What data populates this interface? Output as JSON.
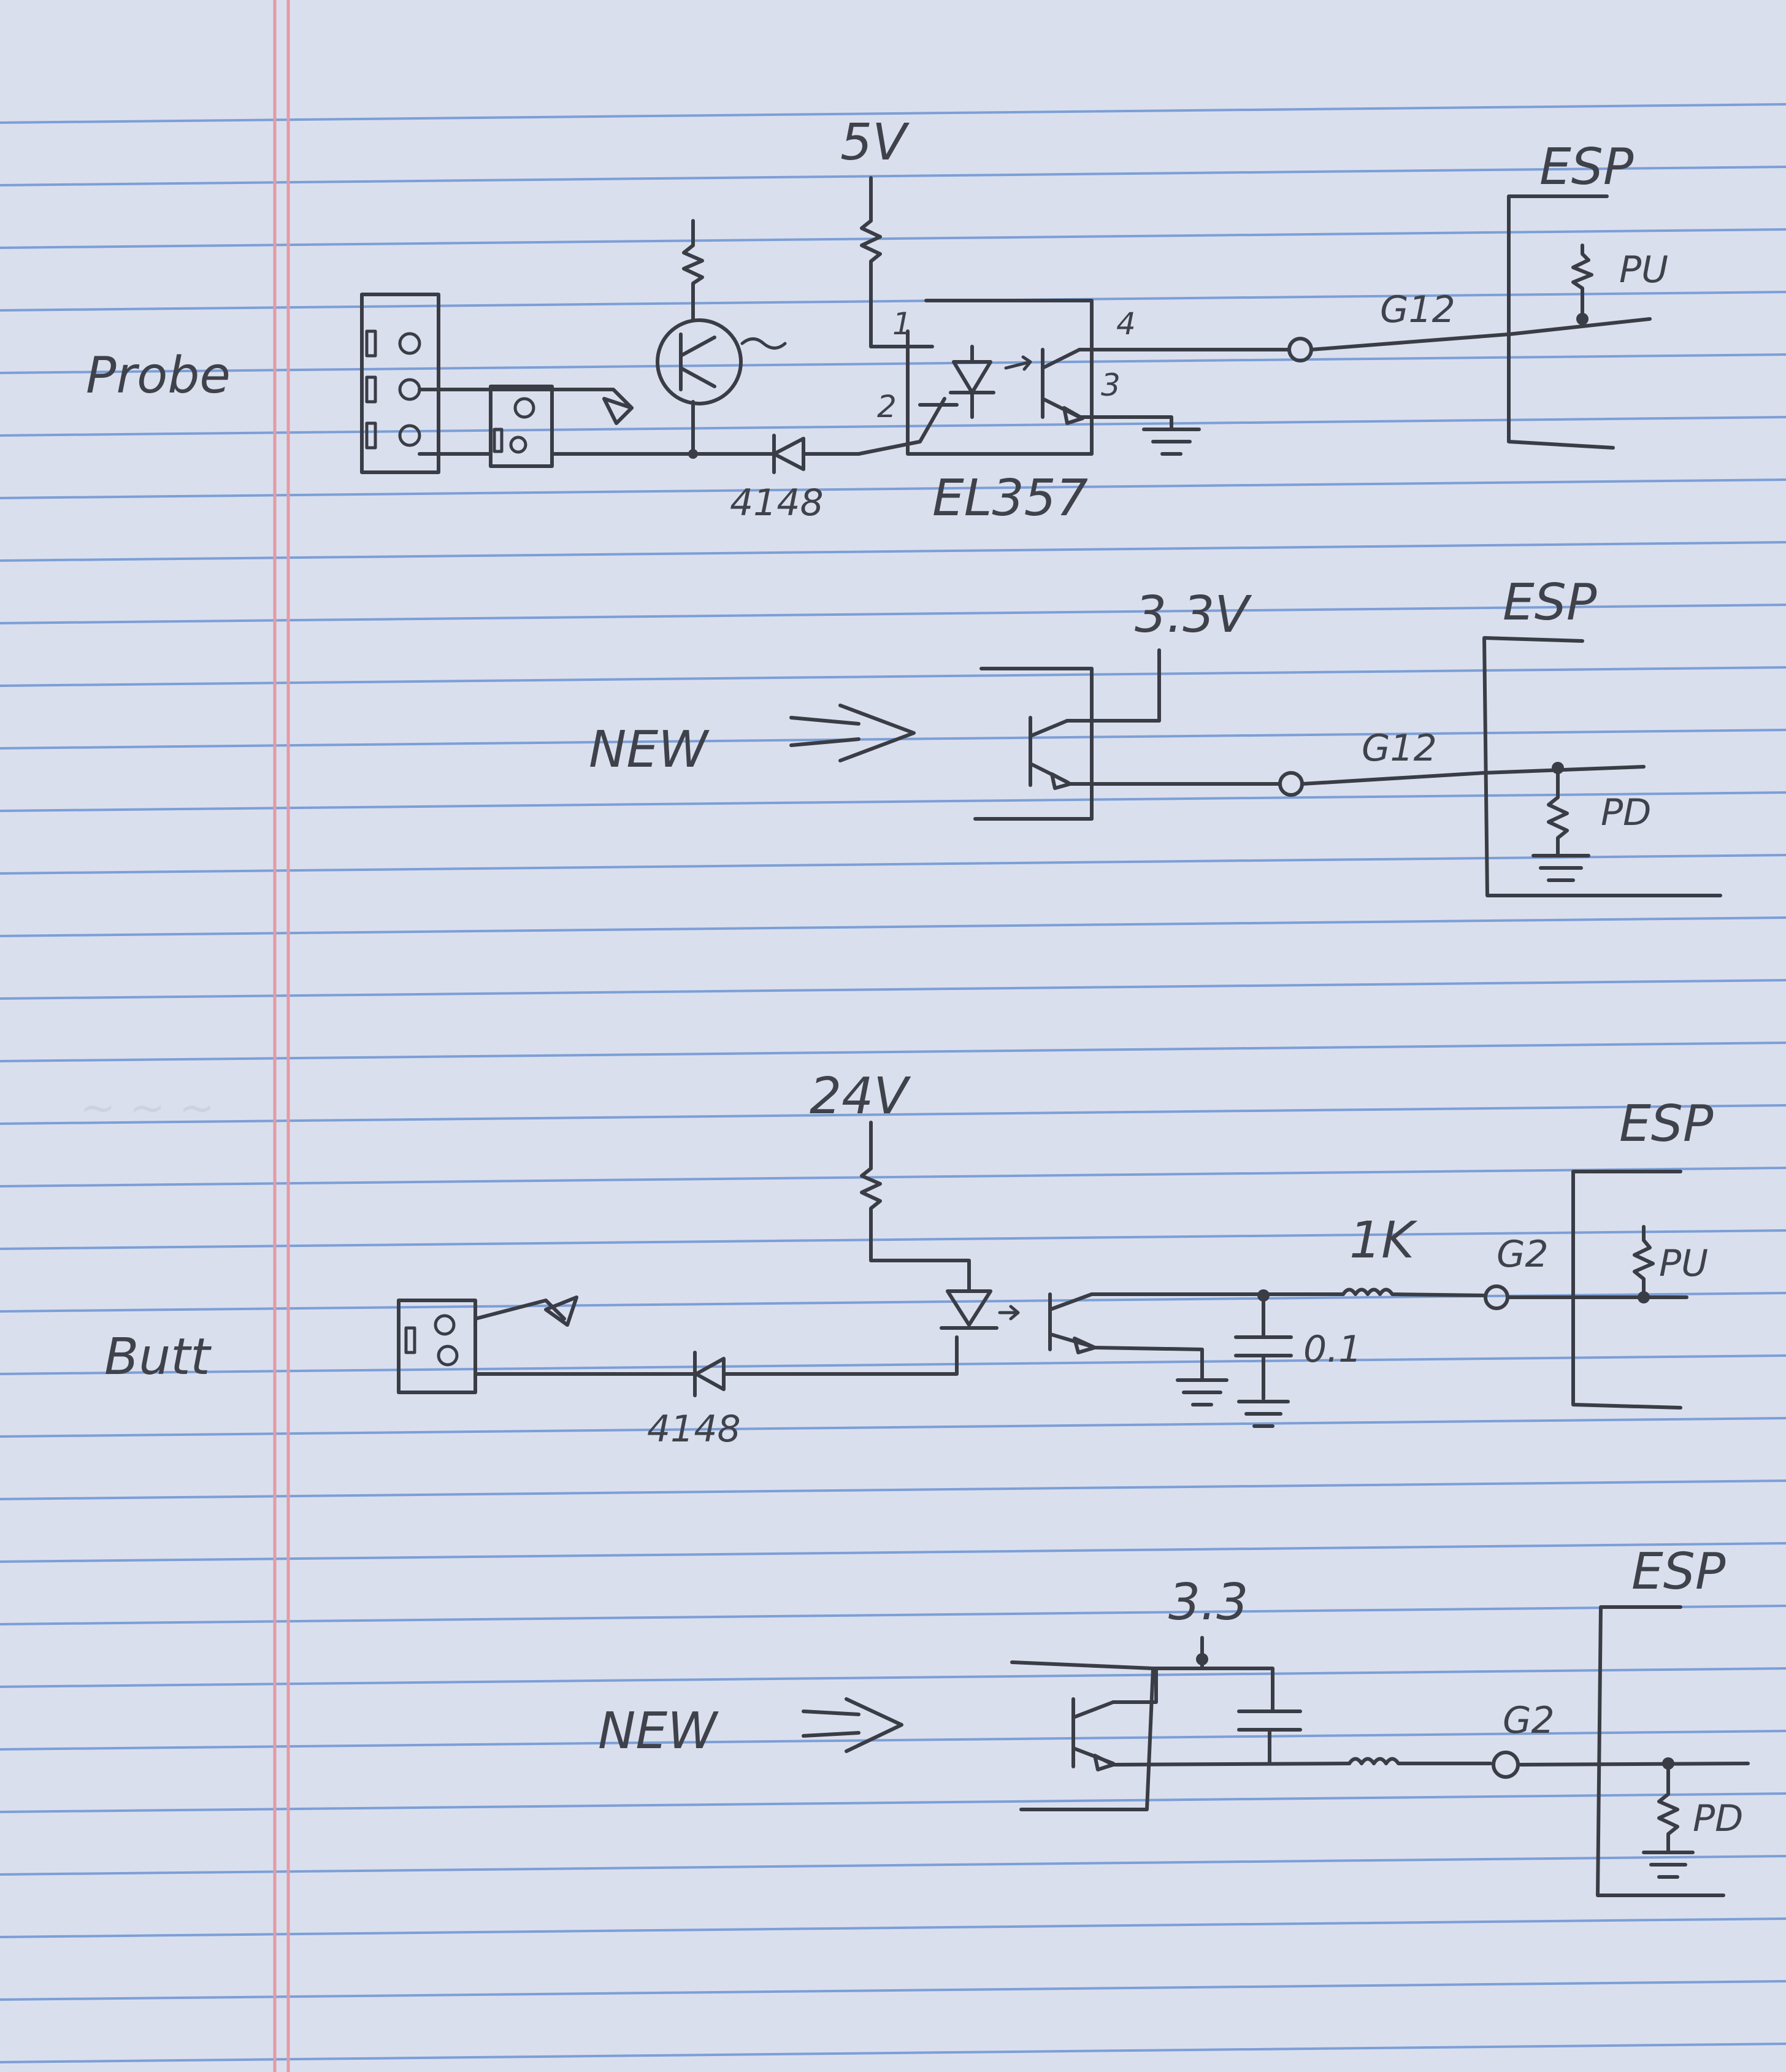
{
  "colors": {
    "paper": "#dadfee",
    "rule": "#7c9fd6",
    "margin": "#e59aa4",
    "ink": "#3a3d45"
  },
  "probe": {
    "label": "Probe",
    "supply": "5V",
    "diode": "4148",
    "optocoupler": "EL357",
    "pins": [
      "1",
      "2",
      "3",
      "4"
    ],
    "signal": "G12",
    "mcu": "ESP",
    "pull": "PU"
  },
  "probe_new": {
    "label": "NEW",
    "supply": "3.3V",
    "mcu": "ESP",
    "signal": "G12",
    "pull": "PD"
  },
  "butt": {
    "label": "Butt",
    "supply": "24V",
    "diode": "4148",
    "resistor": "1K",
    "capacitor": "0.1",
    "mcu": "ESP",
    "signal": "G2",
    "pull": "PU"
  },
  "butt_new": {
    "label": "NEW",
    "supply": "3.3",
    "mcu": "ESP",
    "signal": "G2",
    "pull": "PD"
  }
}
